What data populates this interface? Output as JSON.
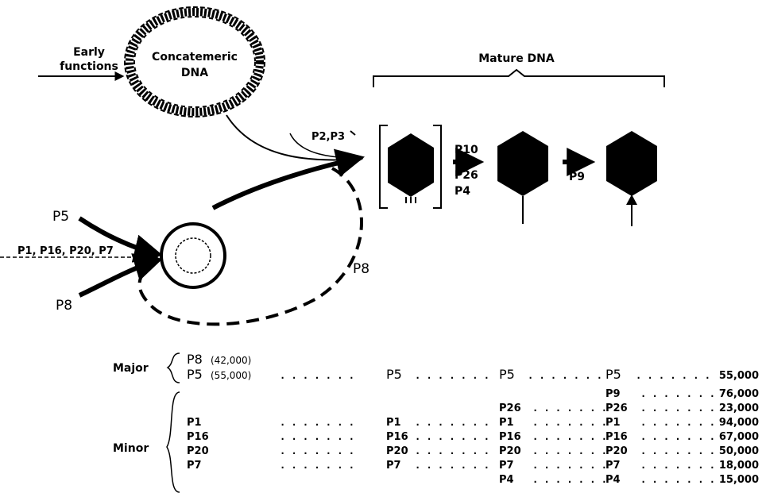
{
  "labels": {
    "early_functions": [
      "Early",
      "functions"
    ],
    "concatemeric_dna": [
      "Concatemeric",
      "DNA"
    ],
    "mature_dna": "Mature DNA",
    "p2_p3": "P2,P3",
    "p10_p26_p4": [
      "P10",
      "P26",
      "P4"
    ],
    "p9": "P9",
    "p5": "P5",
    "p8_left": "P8",
    "p8_loop": "P8",
    "p1_group": "P1, P16, P20, P7"
  },
  "table": {
    "major_label": "Major",
    "minor_label": "Minor",
    "major": {
      "col1": [
        {
          "name": "P8",
          "mw": "(42,000)"
        },
        {
          "name": "P5",
          "mw": "(55,000)"
        }
      ],
      "col2": [
        "P5"
      ],
      "col3": [
        "P5"
      ],
      "col4": [
        "P5"
      ],
      "values": [
        "55,000"
      ]
    },
    "minor": {
      "col1": [
        "P1",
        "P16",
        "P20",
        "P7"
      ],
      "col2": [
        "P1",
        "P16",
        "P20",
        "P7"
      ],
      "col3": [
        "P26",
        "P1",
        "P16",
        "P20",
        "P7",
        "P4"
      ],
      "col4": [
        "P9",
        "P26",
        "P1",
        "P16",
        "P20",
        "P7",
        "P4"
      ],
      "values": [
        "76,000",
        "23,000",
        "94,000",
        "67,000",
        "50,000",
        "18,000",
        "15,000"
      ]
    },
    "dots": ". . . . . . ."
  }
}
